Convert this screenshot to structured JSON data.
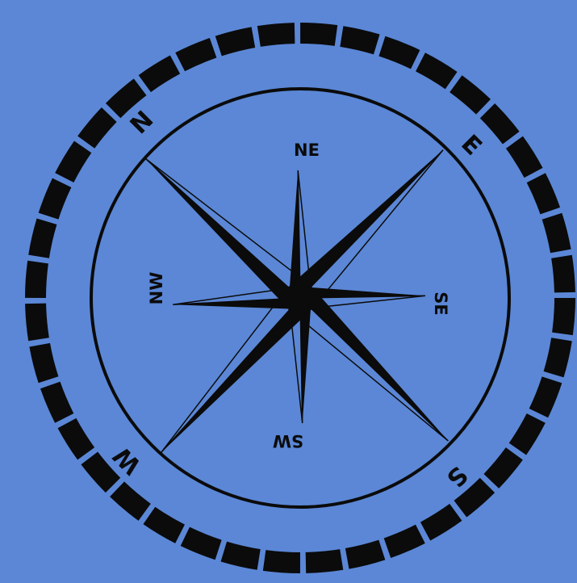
{
  "colors": {
    "background": "#5b87d6",
    "ink": "#0b0b0b"
  },
  "compass": {
    "cardinal_labels": [
      {
        "key": "n",
        "text": "N"
      },
      {
        "key": "e",
        "text": "E"
      },
      {
        "key": "s",
        "text": "S"
      },
      {
        "key": "w",
        "text": "W"
      }
    ],
    "intercardinal_labels": [
      {
        "key": "ne",
        "text": "NE"
      },
      {
        "key": "se",
        "text": "SE"
      },
      {
        "key": "sw",
        "text": "SW"
      },
      {
        "key": "nw",
        "text": "NW"
      }
    ]
  }
}
